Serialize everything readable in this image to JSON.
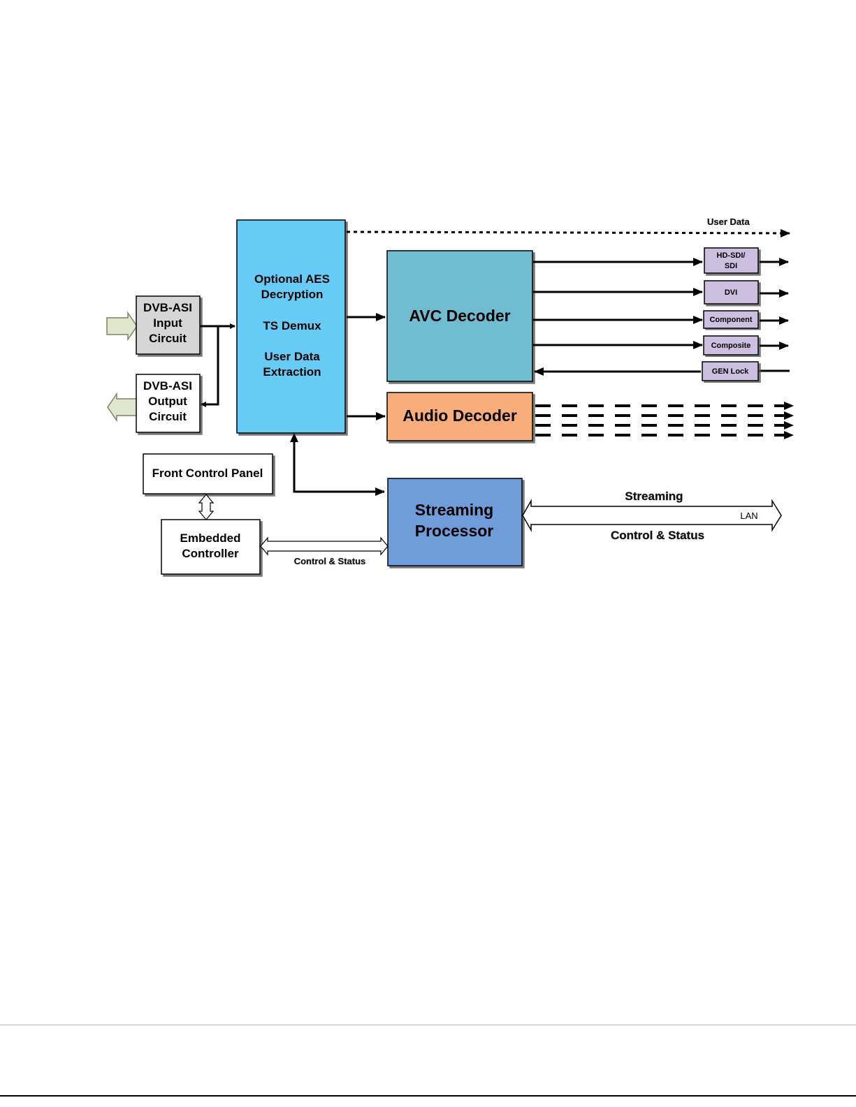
{
  "blocks": {
    "dvb_asi_input": [
      "DVB-ASI",
      "Input",
      "Circuit"
    ],
    "dvb_asi_output": [
      "DVB-ASI",
      "Output",
      "Circuit"
    ],
    "demux": [
      "Optional AES",
      "Decryption",
      "",
      "TS Demux",
      "",
      "User Data",
      "Extraction"
    ],
    "avc_decoder": "AVC Decoder",
    "audio_decoder": "Audio Decoder",
    "streaming_processor": [
      "Streaming",
      "Processor"
    ],
    "front_control_panel": "Front Control Panel",
    "embedded_controller": [
      "Embedded",
      "Controller"
    ]
  },
  "outputs": {
    "hd_sdi": [
      "HD-SDI/",
      "SDI"
    ],
    "dvi": "DVI",
    "component": "Component",
    "composite": "Composite",
    "gen_lock": "GEN Lock"
  },
  "labels": {
    "user_data": "User Data",
    "streaming": "Streaming",
    "lan": "LAN",
    "control_status_lan": "Control & Status",
    "control_status_ctrl": "Control & Status"
  },
  "colors": {
    "demux_fill": "#66ccf5",
    "avc_fill": "#6fbdd2",
    "audio_fill": "#f8ad7a",
    "streaming_fill": "#6f9cd9",
    "output_fill": "#cdbfe0",
    "input_box_fill": "#d6d6d6",
    "io_arrow_fill": "#dfe6cc"
  }
}
